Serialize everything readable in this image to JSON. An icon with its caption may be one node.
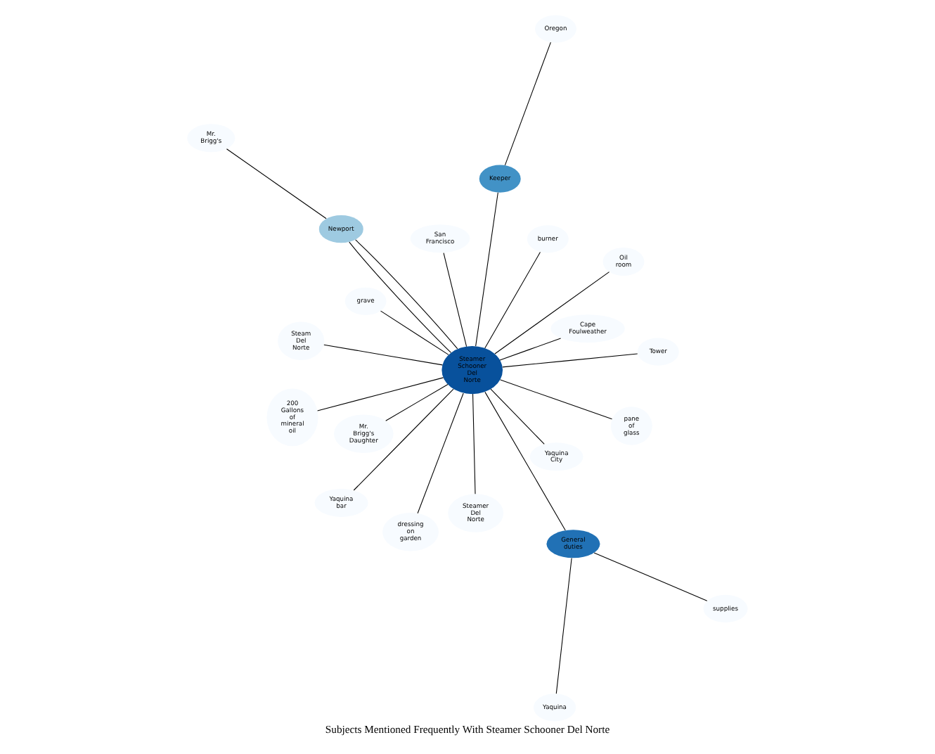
{
  "diagram": {
    "title": "Subjects Mentioned Frequently With Steamer Schooner Del Norte",
    "nodes": [
      {
        "text": [
          "Steamer Schooner Del Norte"
        ]
      },
      {
        "text": [
          "General duties"
        ]
      },
      {
        "text": [
          "Keeper"
        ]
      },
      {
        "text": [
          "Newport"
        ]
      },
      {
        "text": [
          "Cape Foulweather"
        ]
      },
      {
        "text": [
          "San Francisco"
        ]
      },
      {
        "text": [
          "Yaquina bar"
        ]
      },
      {
        "text": [
          "pane of glass"
        ]
      },
      {
        "text": [
          "Yaquina"
        ]
      },
      {
        "text": [
          "supplies"
        ]
      },
      {
        "text": [
          "dressing on garden"
        ]
      },
      {
        "text": [
          "200 Gallons of mineral oil"
        ]
      },
      {
        "text": [
          "Tower"
        ]
      },
      {
        "text": [
          "Oil room"
        ]
      },
      {
        "text": [
          "Oregon"
        ]
      },
      {
        "text": [
          "Yaquina City"
        ]
      },
      {
        "text": [
          "Steamer Del Norte"
        ]
      },
      {
        "text": [
          "grave"
        ]
      },
      {
        "text": [
          "Steam Del Norte"
        ]
      },
      {
        "text": [
          "Mr. Brigg's"
        ]
      },
      {
        "text": [
          "burner"
        ]
      },
      {
        "text": [
          "Mr. Brigg's Daughter"
        ]
      }
    ],
    "edges": [
      {
        "from": 0,
        "to": 1,
        "arrow": "none"
      },
      {
        "from": 0,
        "to": 2,
        "arrow": "none"
      },
      {
        "from": 0,
        "to": 3,
        "arrow": "none"
      },
      {
        "from": 0,
        "to": 3,
        "arrow": "none"
      },
      {
        "from": 0,
        "to": 4,
        "arrow": "none"
      },
      {
        "from": 0,
        "to": 5,
        "arrow": "none"
      },
      {
        "from": 0,
        "to": 6,
        "arrow": "none"
      },
      {
        "from": 0,
        "to": 7,
        "arrow": "none"
      },
      {
        "from": 1,
        "to": 8,
        "arrow": "none"
      },
      {
        "from": 1,
        "to": 9,
        "arrow": "none"
      },
      {
        "from": 0,
        "to": 10,
        "arrow": "none"
      },
      {
        "from": 0,
        "to": 11,
        "arrow": "none"
      },
      {
        "from": 0,
        "to": 12,
        "arrow": "none"
      },
      {
        "from": 0,
        "to": 13,
        "arrow": "none"
      },
      {
        "from": 2,
        "to": 14,
        "arrow": "none"
      },
      {
        "from": 0,
        "to": 15,
        "arrow": "none"
      },
      {
        "from": 0,
        "to": 16,
        "arrow": "none"
      },
      {
        "from": 0,
        "to": 17,
        "arrow": "none"
      },
      {
        "from": 0,
        "to": 18,
        "arrow": "none"
      },
      {
        "from": 3,
        "to": 19,
        "arrow": "none"
      },
      {
        "from": 0,
        "to": 20,
        "arrow": "none"
      },
      {
        "from": 0,
        "to": 21,
        "arrow": "none"
      }
    ]
  }
}
